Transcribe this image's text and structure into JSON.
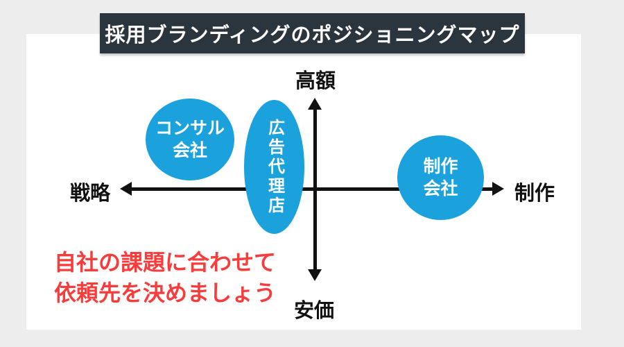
{
  "title": "採用ブランディングのポジショニングマップ",
  "axis_labels": {
    "top": "高額",
    "bottom": "安価",
    "left": "戦略",
    "right": "制作"
  },
  "bubbles": [
    {
      "name": "コンサル会社",
      "lines": [
        "コンサル",
        "会社"
      ]
    },
    {
      "name": "広告代理店",
      "lines": [
        "広告代理店"
      ]
    },
    {
      "name": "制作会社",
      "lines": [
        "制作",
        "会社"
      ]
    }
  ],
  "annotation": {
    "lines": [
      "自社の課題に合わせて",
      "依頼先を決めましょう"
    ]
  },
  "colors": {
    "page_bg": "#ededed",
    "card_bg": "#ffffff",
    "title_bg": "#2b353d",
    "title_text": "#ffffff",
    "bubble_fill": "#1ba1dc",
    "bubble_text": "#ffffff",
    "axis": "#111111",
    "axis_label_text": "#111111",
    "annotation_text": "#f83c3c"
  }
}
